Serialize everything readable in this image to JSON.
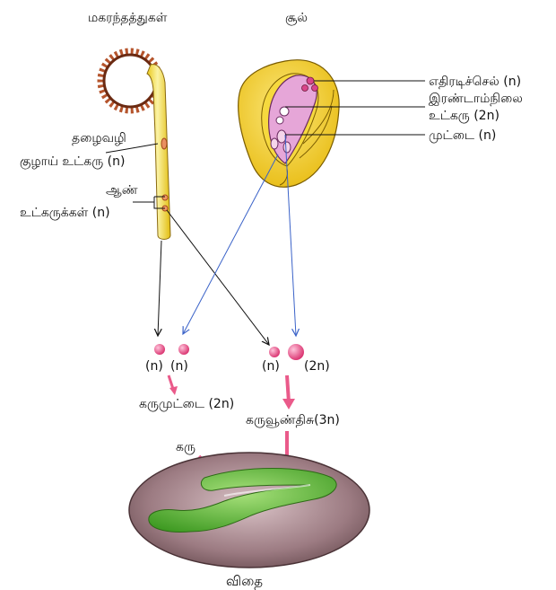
{
  "labels": {
    "pollen_grain": "மகரந்தத்துகள்",
    "ovule": "சூல்",
    "pollen_tube_1": "தழைவழி",
    "pollen_tube_2": "குழாய்  உட்கரு (n)",
    "male_nuclei_1": "ஆண்",
    "male_nuclei_2": "உட்கருக்கள்  (n)",
    "antipodal": "எதிரடிச்செல் (n)",
    "secondary_1": "இரண்டாம்நிலை",
    "secondary_2": "உட்கரு (2n)",
    "egg": "முட்டை (n)",
    "n1": "(n)",
    "n2": "(n)",
    "n3": "(n)",
    "two_n": "(2n)",
    "zygote": "கருமுட்டை (2n)",
    "endosperm": "கருவூண்திசு(3n)",
    "embryo": "கரு",
    "seed": "விதை"
  },
  "colors": {
    "pollen_tube": "#f4e36a",
    "ovule_yellow": "#f2d21b",
    "embryo_sac": "#e6a6d8",
    "nucleus": "#e0467e",
    "seed_coat": "#8a6a72",
    "embryo_green": "#6fc23a",
    "blue_arrow": "#3a62c8",
    "pink_arrow": "#ea5a8a"
  }
}
